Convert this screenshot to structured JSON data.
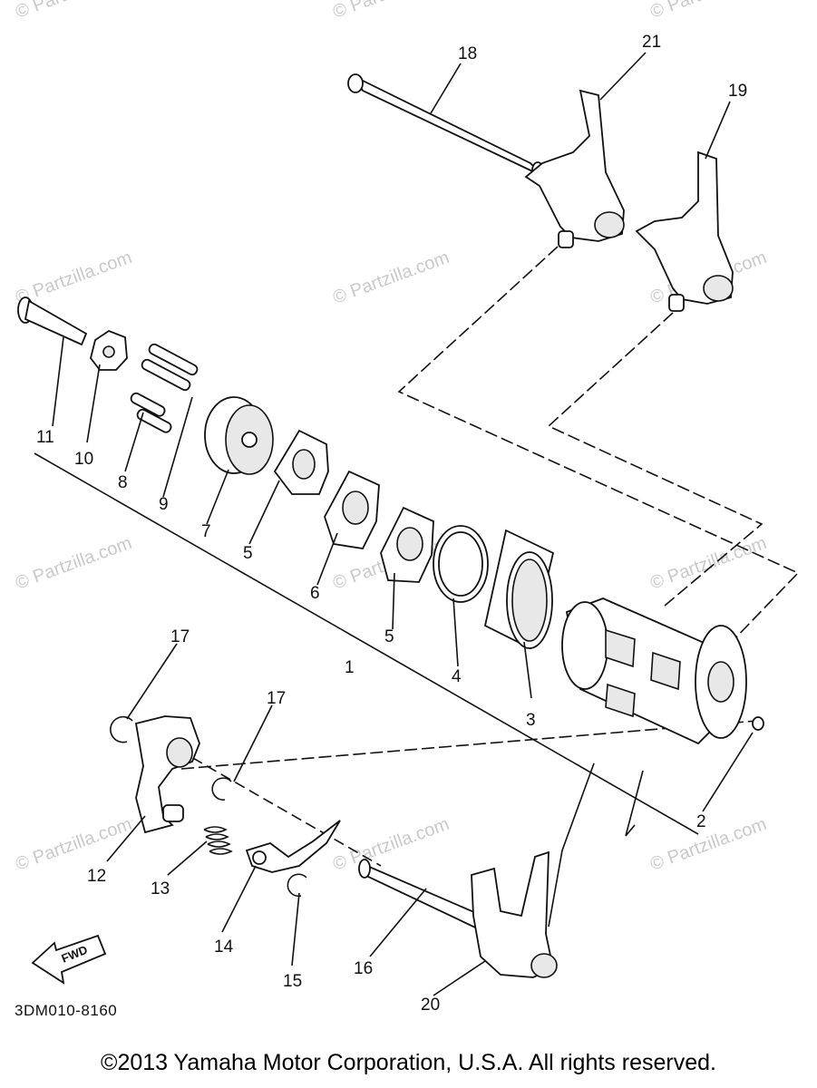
{
  "diagram": {
    "callouts": {
      "c1": "1",
      "c2": "2",
      "c3": "3",
      "c4": "4",
      "c5a": "5",
      "c5b": "5",
      "c6": "6",
      "c7": "7",
      "c8": "8",
      "c9": "9",
      "c10": "10",
      "c11": "11",
      "c12": "12",
      "c13": "13",
      "c14": "14",
      "c15": "15",
      "c16": "16",
      "c17a": "17",
      "c17b": "17",
      "c18": "18",
      "c19": "19",
      "c20": "20",
      "c21": "21"
    },
    "diagram_code": "3DM010-8160",
    "fwd_label": "FWD",
    "watermark": "© Partzilla.com"
  },
  "footer": {
    "copyright": "©2013  Yamaha Motor Corporation, U.S.A. All rights reserved."
  }
}
